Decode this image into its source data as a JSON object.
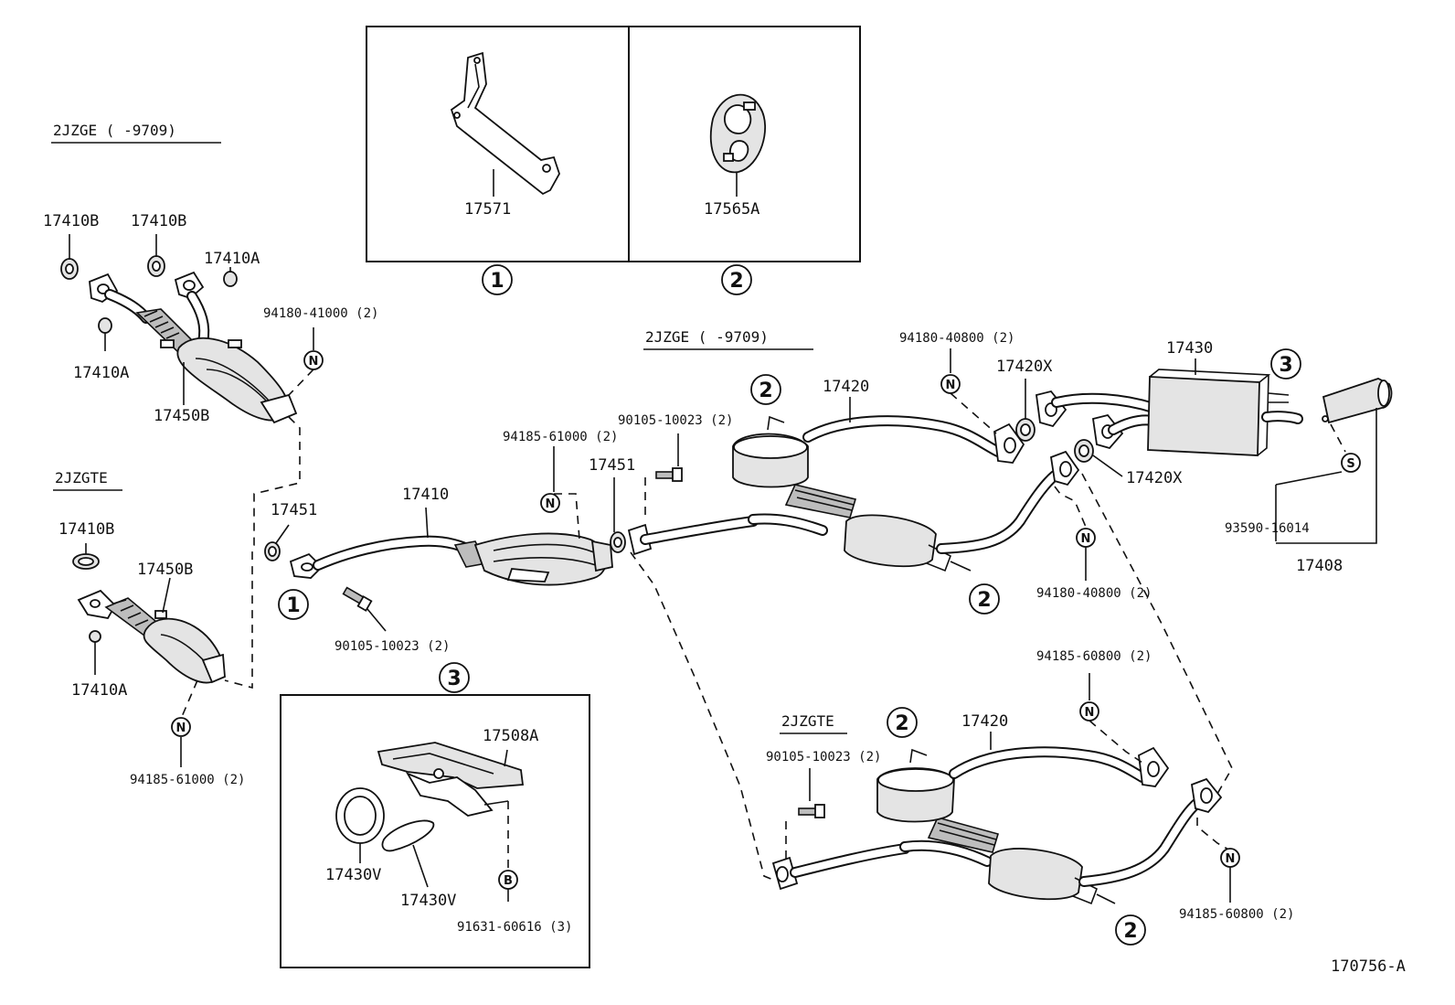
{
  "diagram": {
    "ref_code": "170756-A",
    "headings": {
      "h_2jzge_left": "2JZGE (      -9709)",
      "h_2jzgte_left": "2JZGTE",
      "h_2jzge_mid": "2JZGE (      -9709)",
      "h_2jzgte_low": "2JZGTE"
    },
    "callouts": {
      "c1_box": "1",
      "c2_box": "2",
      "c1_pipe": "1",
      "c3_box": "3",
      "c2_a": "2",
      "c2_b": "2",
      "c3_muffler": "3",
      "c2_c": "2",
      "c2_d": "2"
    },
    "symbols": {
      "n_a": "N",
      "n_b": "N",
      "n_c": "N",
      "n_d": "N",
      "n_e": "N",
      "n_f": "N",
      "n_g": "N",
      "s_a": "S",
      "b_a": "B"
    },
    "labels": {
      "p17571": "17571",
      "p17565A": "17565A",
      "p17410B_1": "17410B",
      "p17410B_2": "17410B",
      "p17410A_1": "17410A",
      "p94180_41000": "94180-41000 (2)",
      "p17410A_2": "17410A",
      "p17450B_1": "17450B",
      "p17410B_3": "17410B",
      "p17450B_2": "17450B",
      "p17410A_3": "17410A",
      "p94185_61000_a": "94185-61000 (2)",
      "p17451_a": "17451",
      "p17410": "17410",
      "p90105_a": "90105-10023 (2)",
      "p94185_61000_b": "94185-61000 (2)",
      "p90105_b": "90105-10023 (2)",
      "p17451_b": "17451",
      "p17420_a": "17420",
      "p94180_40800_a": "94180-40800 (2)",
      "p17420X_a": "17420X",
      "p17430": "17430",
      "p17420X_b": "17420X",
      "p93590": "93590-16014",
      "p17408": "17408",
      "p94180_40800_b": "94180-40800 (2)",
      "p94185_60800_a": "94185-60800 (2)",
      "p17420_b": "17420",
      "p90105_c": "90105-10023 (2)",
      "p94185_60800_b": "94185-60800 (2)",
      "p17508A": "17508A",
      "p17430V_a": "17430V",
      "p17430V_b": "17430V",
      "p91631": "91631-60616 (3)"
    }
  }
}
